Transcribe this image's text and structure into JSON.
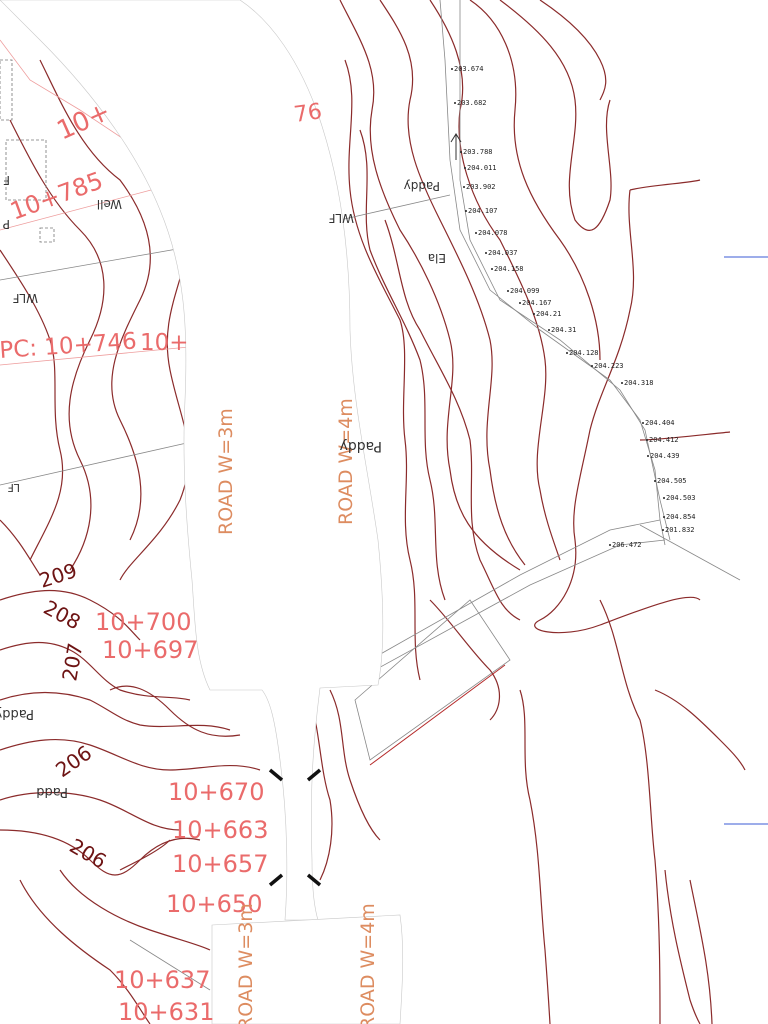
{
  "colors": {
    "contour": "#8b2b2b",
    "chainage": "#ea6b6b",
    "road_label": "#dd8c60",
    "road_fill": "#ffffff",
    "gray_line": "#888888",
    "arrow_blue": "#3b5bd6"
  },
  "chainages": {
    "top_a": "10+",
    "top_b": "76",
    "c785": "10+785",
    "pc_746": "PC: 10+746",
    "frag_10": "10+",
    "c700": "10+700",
    "c697": "10+697",
    "c670": "10+670",
    "c663": "10+663",
    "c657": "10+657",
    "c650": "10+650",
    "c637": "10+637",
    "c631": "10+631"
  },
  "contour_labels": {
    "l209": "209",
    "l208": "208",
    "l207": "207",
    "l206a": "206",
    "l206b": "206"
  },
  "road_labels": {
    "w3_main": "ROAD W=3m",
    "w4_main": "ROAD W=4m",
    "w3_lower": "ROAD W=3m",
    "w4_lower": "ROAD W=4m"
  },
  "notes": {
    "wlf_top": "WLF",
    "wlf_mid": "WLF",
    "lf_left": "LF",
    "well": "Well",
    "ela": "Ela",
    "paddy_top": "Paddy",
    "paddy_mid": "Paddy",
    "paddy_left": "Paddy",
    "paddy_low": "Padd",
    "f_mark": "F",
    "p_mark": "P"
  },
  "spot_levels": {
    "s1": "203.674",
    "s2": "203.682",
    "s3": "203.788",
    "s4": "204.011",
    "s5": "203.902",
    "s6": "204.107",
    "s7": "204.078",
    "s8": "204.037",
    "s9": "204.158",
    "s10": "204.099",
    "s11": "204.167",
    "s12": "204.21",
    "s13": "204.31",
    "s14": "204.128",
    "s15": "204.223",
    "s16": "204.318",
    "s17": "204.404",
    "s18": "204.412",
    "s19": "204.439",
    "s20": "204.505",
    "s21": "204.503",
    "s22": "204.854",
    "s23": "201.832",
    "s24": "206.472"
  }
}
